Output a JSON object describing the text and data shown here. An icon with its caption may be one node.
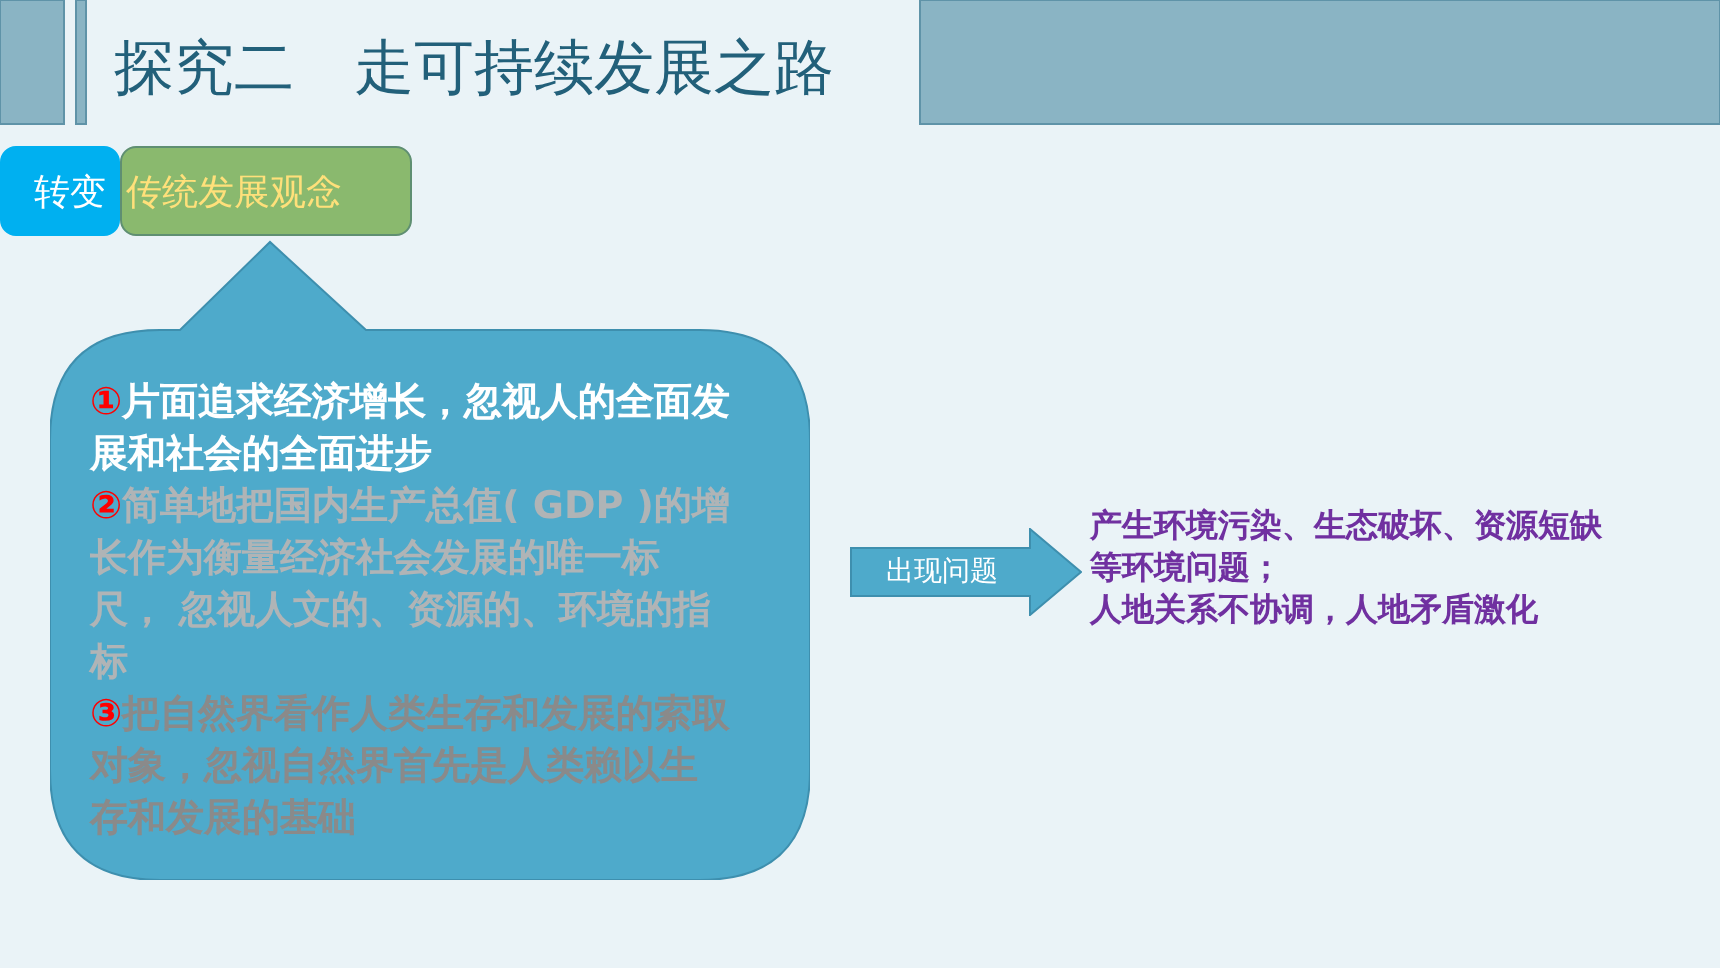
{
  "diagram": {
    "title": "探究二　走可持续发展之路",
    "nodes": [
      {
        "text": [
          "转变"
        ]
      },
      {
        "text": [
          "传统发展观念"
        ]
      },
      {
        "text": [
          "①片面追求经济增长，忽视人的全面发展和社会的全面进步",
          "②简单地把国内生产总值( GDP )的增长作为衡量经济社会发展的唯一标尺， 忽视人文的、资源的、环境的指标",
          "③把自然界看作人类生存和发展的索取对象，忽视自然界首先是人类赖以生存和发展的基础"
        ]
      },
      {
        "text": [
          "出现问题"
        ]
      },
      {
        "text": [
          "产生环境污染、生态破坏、资源短缺等环境问题；",
          "人地关系不协调，人地矛盾激化"
        ]
      }
    ],
    "edges": []
  }
}
